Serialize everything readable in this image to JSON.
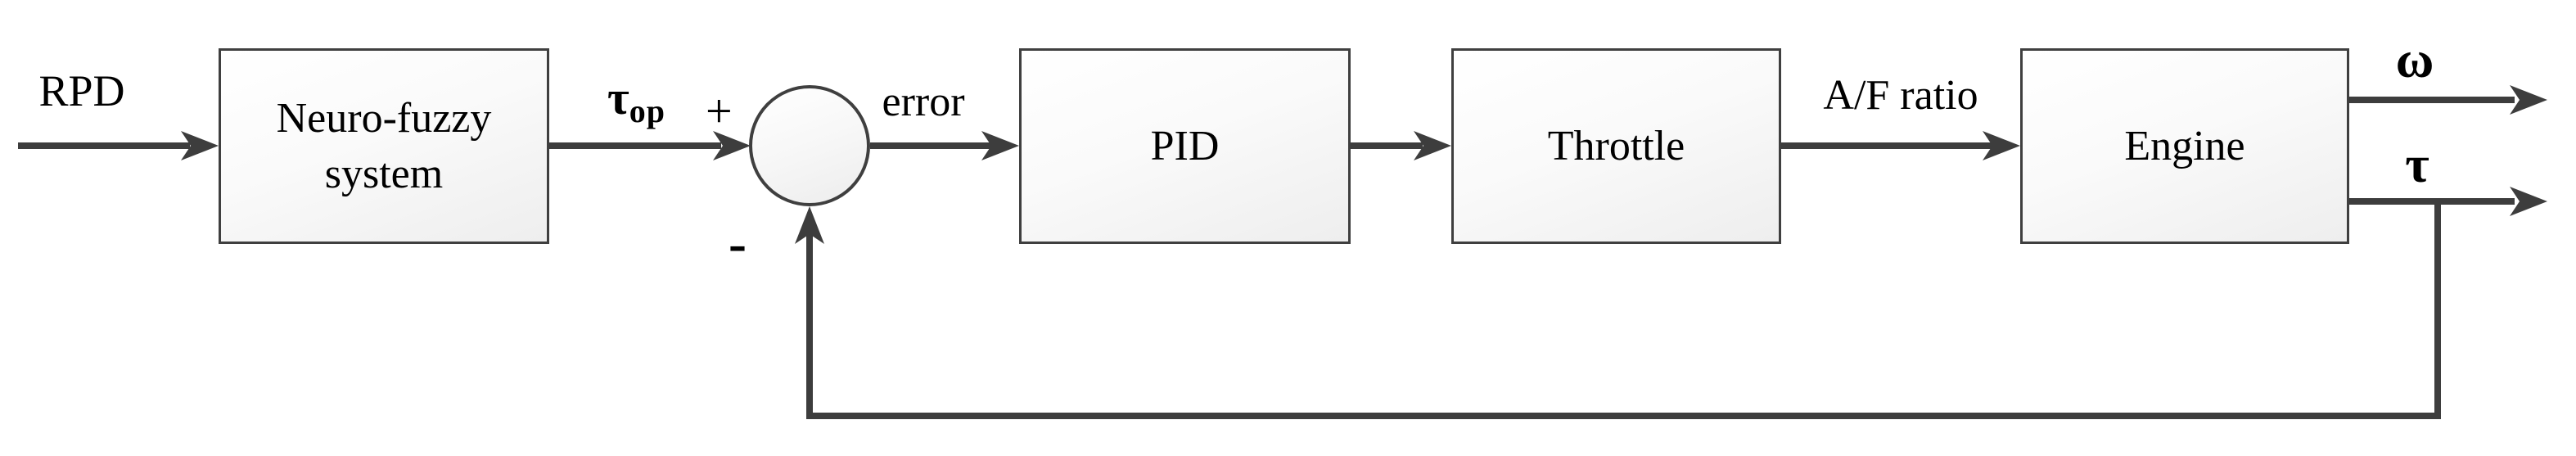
{
  "diagram_type": "control-system-block-diagram",
  "blocks": {
    "neuro_fuzzy": {
      "line1": "Neuro-fuzzy",
      "line2": "system"
    },
    "pid": {
      "label": "PID"
    },
    "throttle": {
      "label": "Throttle"
    },
    "engine": {
      "label": "Engine"
    }
  },
  "signals": {
    "input": "RPD",
    "tau_op_base": "τ",
    "tau_op_sub": "op",
    "plus": "+",
    "minus": "-",
    "error": "error",
    "af_ratio": "A/F ratio",
    "omega": "ω",
    "tau": "τ"
  },
  "colors": {
    "line": "#3d3d3d",
    "block_border": "#3f3f3f",
    "block_fill_top": "#ffffff",
    "block_fill_bottom": "#eeeeee",
    "shadow_dots": "#c4c4c4",
    "text": "#000000",
    "background": "#ffffff"
  }
}
